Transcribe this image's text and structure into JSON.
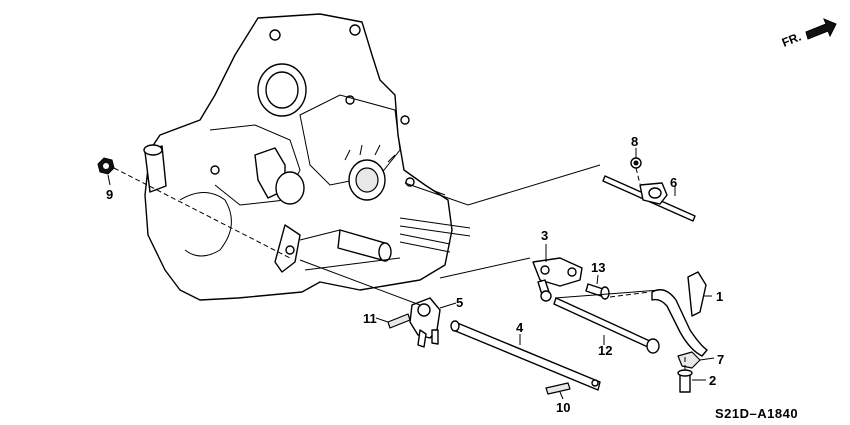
{
  "diagram": {
    "direction_label": "FR.",
    "code": "S21D–A1840",
    "callouts": [
      {
        "id": "1",
        "text": "1"
      },
      {
        "id": "2",
        "text": "2"
      },
      {
        "id": "3",
        "text": "3"
      },
      {
        "id": "4",
        "text": "4"
      },
      {
        "id": "5",
        "text": "5"
      },
      {
        "id": "6",
        "text": "6"
      },
      {
        "id": "7",
        "text": "7"
      },
      {
        "id": "8",
        "text": "8"
      },
      {
        "id": "9",
        "text": "9"
      },
      {
        "id": "10",
        "text": "10"
      },
      {
        "id": "11",
        "text": "11"
      },
      {
        "id": "12",
        "text": "12"
      },
      {
        "id": "13",
        "text": "13"
      }
    ]
  }
}
